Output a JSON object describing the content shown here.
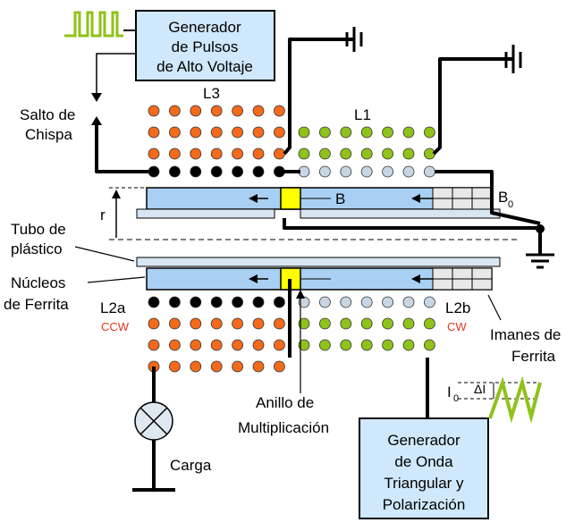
{
  "labels": {
    "pulse_gen": [
      "Generador",
      "de Pulsos",
      "de Alto Voltaje"
    ],
    "spark_gap": [
      "Salto de",
      "Chispa"
    ],
    "l3": "L3",
    "l1": "L1",
    "b_field": "B",
    "b0": "B",
    "b0_sub": "0",
    "radius": "r",
    "plastic_tube": [
      "Tubo de",
      "plástico"
    ],
    "ferrite_cores": [
      "Núcleos",
      "de Ferrita"
    ],
    "l2a": "L2a",
    "ccw": "CCW",
    "l2b": "L2b",
    "cw": "CW",
    "ferrite_magnets": [
      "Imanes de",
      "Ferrita"
    ],
    "mult_ring": [
      "Anillo de",
      "Multiplicación"
    ],
    "load": "Carga",
    "tri_gen": [
      "Generador",
      "de Onda",
      "Triangular y",
      "Polarización"
    ],
    "i0": "I",
    "i0_sub": "0",
    "delta_i": "ΔI"
  },
  "colors": {
    "orange": "#f26a1b",
    "green": "#8fc21a",
    "gray": "#c8d6e3",
    "black": "#000000",
    "core_blue": "#a9cff3",
    "tube": "#d7e6f2",
    "ring": "#ffff00",
    "box": "#cfe8fb"
  }
}
